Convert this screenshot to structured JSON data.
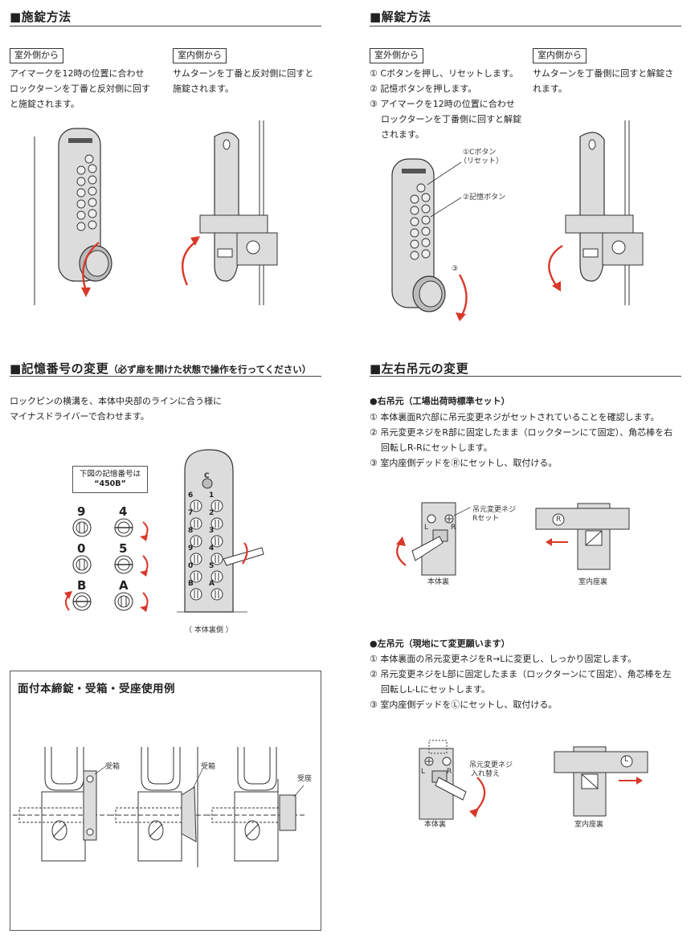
{
  "lock": {
    "title": "■施錠方法",
    "outside_tag": "室外側から",
    "outside_lines": [
      "アイマークを12時の位置に合わせ",
      "ロックターンを丁番と反対側に回す",
      "と施錠されます。"
    ],
    "inside_tag": "室内側から",
    "inside_lines": [
      "サムターンを丁番と反対側に回すと",
      "施錠されます。"
    ]
  },
  "unlock": {
    "title": "■解錠方法",
    "outside_tag": "室外側から",
    "outside_lines": [
      "① Cボタンを押し、リセットします。",
      "② 記憶ボタンを押します。",
      "③ アイマークを12時の位置に合わせ",
      "ロックターンを丁番側に回すと解錠",
      "されます。"
    ],
    "inside_tag": "室内側から",
    "inside_lines": [
      "サムターンを丁番側に回すと解錠さ",
      "れます。"
    ],
    "callout_c_1": "①Cボタン",
    "callout_c_2": "（リセット）",
    "callout_memory": "②記憶ボタン",
    "callout_3": "③"
  },
  "code_change": {
    "title": "■記憶番号の変更",
    "subtitle": "（必ず扉を開けた状態で操作を行ってください）",
    "lines": [
      "ロックピンの横溝を、本体中央部のラインに合う様に",
      "マイナスドライバーで合わせます。"
    ],
    "caption_1": "下図の記憶番号は",
    "caption_2": "“450B”",
    "pairs": [
      [
        "9",
        "4"
      ],
      [
        "0",
        "5"
      ],
      [
        "B",
        "A"
      ]
    ],
    "back_caption": "（ 本体裏側 ）",
    "keypad_top": "C",
    "keypad_rows": [
      [
        "6",
        "1"
      ],
      [
        "7",
        "2"
      ],
      [
        "8",
        "3"
      ],
      [
        "9",
        "4"
      ],
      [
        "0",
        "5"
      ],
      [
        "B",
        "A"
      ]
    ]
  },
  "hinge": {
    "title": "■左右吊元の変更",
    "right_head": "●右吊元（工場出荷時標準セット）",
    "right_lines": [
      "① 本体裏面R穴部に吊元変更ネジがセットされていることを確認します。",
      "② 吊元変更ネジをR部に固定したまま（ロックターンにて固定）、角芯棒を右",
      "回転しR-Rにセットします。",
      "③ 室内座側デッドをⓇにセットし、取付ける。"
    ],
    "right_callout_1": "吊元変更ネジ",
    "right_callout_2": "Rセット",
    "label_L": "L",
    "label_R": "R",
    "body_back": "本体裏",
    "indoor_back": "室内座裏",
    "circle_R": "R",
    "left_head": "●左吊元（現地にて変更願います）",
    "left_lines": [
      "① 本体裏面の吊元変更ネジをR→Lに変更し、しっかり固定します。",
      "② 吊元変更ネジをL部に固定したまま（ロックターンにて固定）、角芯棒を左",
      "回転しL-Lにセットします。",
      "③ 室内座側デッドをⓁにセットし、取付ける。"
    ],
    "left_callout_1": "吊元変更ネジ",
    "left_callout_2": "入れ替え",
    "circle_L": "L"
  },
  "usage": {
    "title": "面付本締錠・受箱・受座使用例",
    "label_1": "受箱",
    "label_2": "受箱",
    "label_3": "受座"
  },
  "colors": {
    "accent": "#d9382a",
    "device": "#dcdcdc",
    "line": "#333333"
  }
}
